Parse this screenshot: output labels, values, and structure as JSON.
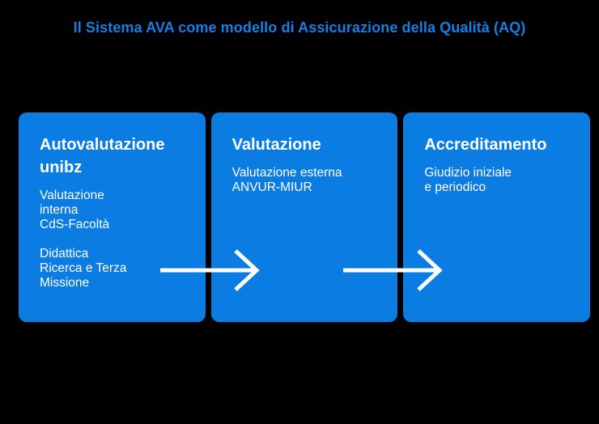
{
  "title": "Il Sistema AVA come modello di Assicurazione della Qualità (AQ)",
  "colors": {
    "background": "#000000",
    "box_fill": "#0b7ce2",
    "title_text": "#1480e6",
    "box_text": "#ffffff",
    "arrow": "#ffffff"
  },
  "boxes": [
    {
      "id": "autovalutazione",
      "heading": "Autovalutazione\nunibz",
      "paragraphs": [
        "Valutazione\ninterna\nCdS-Facoltà",
        "Didattica\nRicerca e Terza\nMissione"
      ]
    },
    {
      "id": "valutazione",
      "heading": "Valutazione",
      "paragraphs": [
        "Valutazione esterna\nANVUR-MIUR"
      ]
    },
    {
      "id": "accreditamento",
      "heading": "Accreditamento",
      "paragraphs": [
        "Giudizio iniziale\ne periodico"
      ]
    }
  ],
  "arrows": [
    {
      "name": "arrow-1",
      "from": "autovalutazione",
      "to": "valutazione"
    },
    {
      "name": "arrow-2",
      "from": "valutazione",
      "to": "accreditamento"
    }
  ]
}
